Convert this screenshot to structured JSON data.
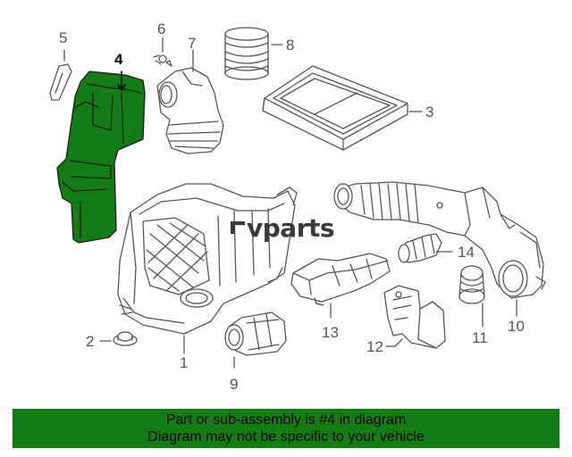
{
  "diagram": {
    "callouts": [
      {
        "id": "1",
        "label": "1"
      },
      {
        "id": "2",
        "label": "2"
      },
      {
        "id": "3",
        "label": "3"
      },
      {
        "id": "4",
        "label": "4",
        "highlighted": true
      },
      {
        "id": "5",
        "label": "5"
      },
      {
        "id": "6",
        "label": "6"
      },
      {
        "id": "7",
        "label": "7"
      },
      {
        "id": "8",
        "label": "8"
      },
      {
        "id": "9",
        "label": "9"
      },
      {
        "id": "10",
        "label": "10"
      },
      {
        "id": "11",
        "label": "11"
      },
      {
        "id": "12",
        "label": "12"
      },
      {
        "id": "13",
        "label": "13"
      },
      {
        "id": "14",
        "label": "14"
      }
    ],
    "highlight_color": "#127d12",
    "line_color": "#555555"
  },
  "watermark": {
    "text": "vparts"
  },
  "banner": {
    "line1": "Part or sub-assembly is #4 in diagram",
    "line2": "Diagram may not be specific to your vehicle",
    "color": "#127d12"
  }
}
